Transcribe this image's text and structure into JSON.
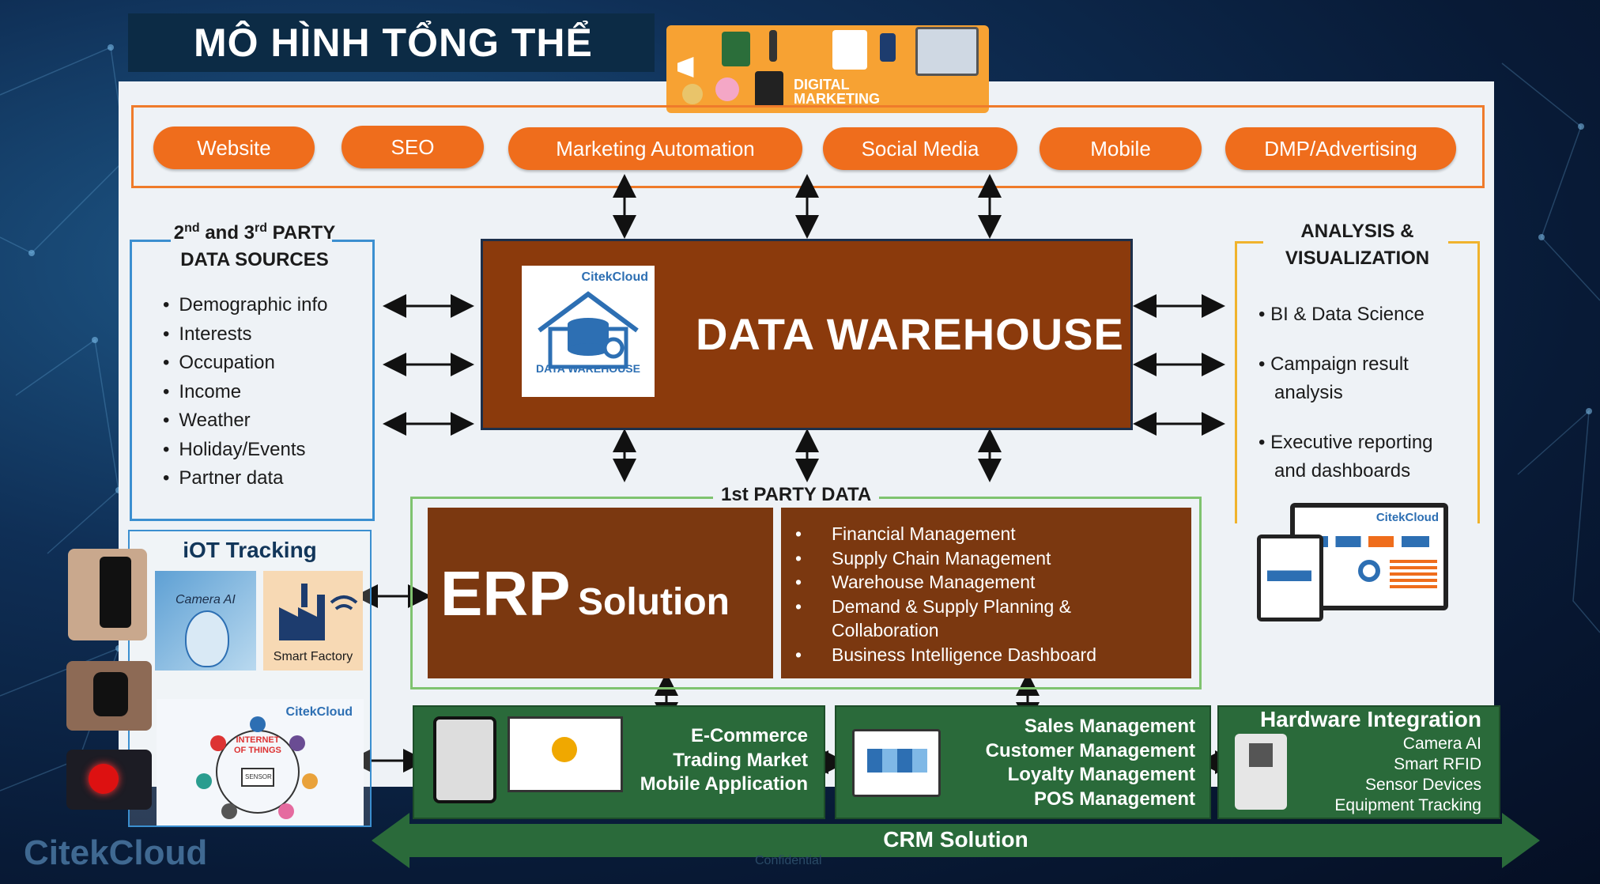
{
  "title": "MÔ HÌNH TỔNG THỂ",
  "digital_marketing": {
    "label_line1": "DIGITAL",
    "label_line2": "MARKETING"
  },
  "channels": [
    "Website",
    "SEO",
    "Marketing Automation",
    "Social Media",
    "Mobile",
    "DMP/Advertising"
  ],
  "data_sources": {
    "heading_pre1": "2",
    "sup1": "nd",
    "heading_mid": " and 3",
    "sup2": "rd",
    "heading_post": " PARTY",
    "heading_line2": "DATA SOURCES",
    "items": [
      "Demographic info",
      "Interests",
      "Occupation",
      "Income",
      "Weather",
      "Holiday/Events",
      "Partner data"
    ]
  },
  "data_warehouse": {
    "title": "DATA WAREHOUSE",
    "logo_brand": "CitekCloud",
    "logo_caption": "DATA WAREHOUSE"
  },
  "analysis": {
    "heading_line1": "ANALYSIS &",
    "heading_line2": "VISUALIZATION",
    "items": [
      {
        "line1": "BI & Data Science",
        "line2": ""
      },
      {
        "line1": "Campaign result",
        "line2": "analysis"
      },
      {
        "line1": "Executive reporting",
        "line2": "and dashboards"
      }
    ],
    "dashboard_brand": "CitekCloud"
  },
  "first_party": {
    "label": "1st PARTY DATA",
    "erp_title": "ERP",
    "erp_sub": "Solution",
    "erp_items": [
      "Financial Management",
      "Supply Chain Management",
      "Warehouse Management",
      "Demand & Supply Planning &",
      "Collaboration",
      "Business Intelligence Dashboard"
    ]
  },
  "iot": {
    "title": "iOT Tracking",
    "camera_label": "Camera AI",
    "factory_label": "Smart Factory",
    "iot_label_line1": "INTERNET",
    "iot_label_line2": "OF THINGS",
    "iot_brand": "CitekCloud",
    "sensor_label": "SENSOR"
  },
  "ecommerce": {
    "lines": [
      "E-Commerce",
      "Trading Market",
      "Mobile Application"
    ]
  },
  "sales": {
    "lines": [
      "Sales Management",
      "Customer Management",
      "Loyalty Management",
      "POS Management"
    ]
  },
  "hardware": {
    "title": "Hardware Integration",
    "lines": [
      "Camera AI",
      "Smart RFID",
      "Sensor Devices",
      "Equipment Tracking"
    ]
  },
  "crm": {
    "label": "CRM Solution"
  },
  "footer": {
    "confidential": "Confidential",
    "watermark": "CitekCloud"
  },
  "colors": {
    "orange": "#ef6d1c",
    "brown": "#8b3a0c",
    "green": "#2a6a3a",
    "blue": "#3b8fd0",
    "gold": "#f0b32c"
  }
}
